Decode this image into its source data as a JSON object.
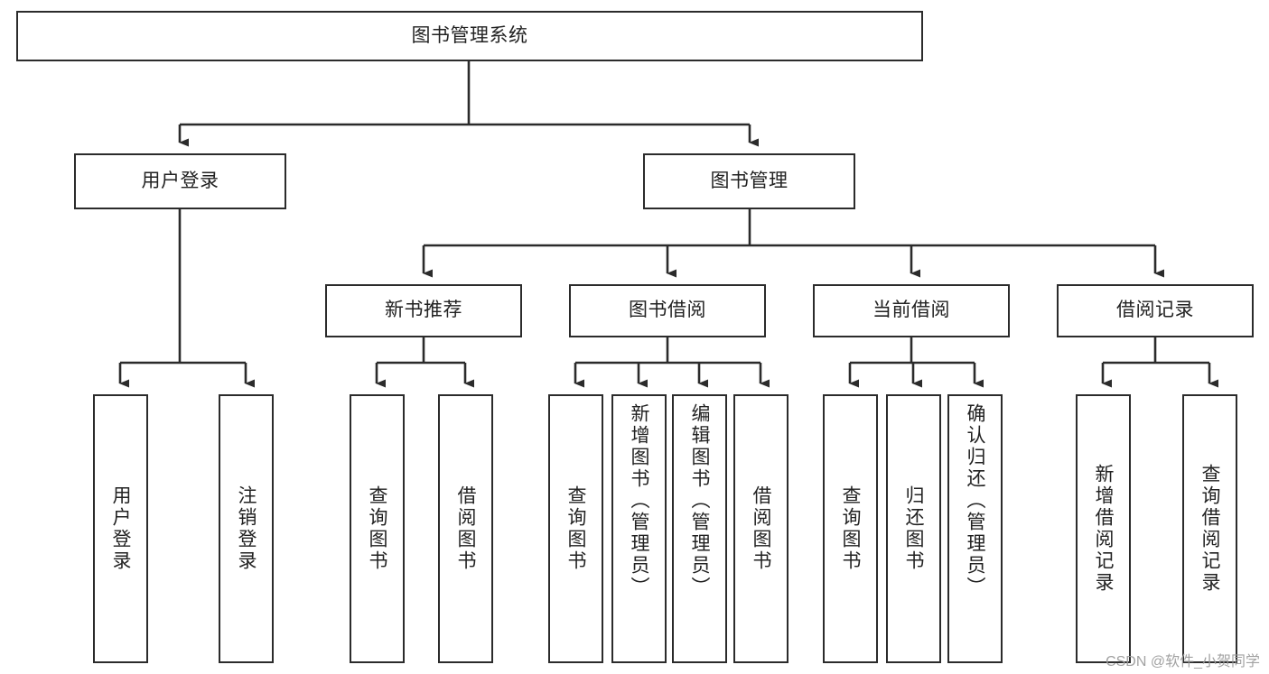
{
  "diagram": {
    "title": "图书管理系统",
    "type": "tree-hierarchy",
    "watermark": "CSDN @软件_小贺同学",
    "colors": {
      "box_border": "#2b2b2b",
      "box_fill": "#ffffff",
      "connector": "#2b2b2b",
      "text": "#222222",
      "watermark": "#9b9b9b"
    },
    "root": {
      "label": "图书管理系统"
    },
    "level1": [
      {
        "label": "用户登录"
      },
      {
        "label": "图书管理"
      }
    ],
    "level2": [
      {
        "label": "新书推荐"
      },
      {
        "label": "图书借阅"
      },
      {
        "label": "当前借阅"
      },
      {
        "label": "借阅记录"
      }
    ],
    "leaves": {
      "user_login": [
        {
          "label": "用户登录"
        },
        {
          "label": "注销登录"
        }
      ],
      "new_book_recommend": [
        {
          "label": "查询图书"
        },
        {
          "label": "借阅图书"
        }
      ],
      "book_borrow": [
        {
          "label": "查询图书"
        },
        {
          "label": "新增图书（管理员）"
        },
        {
          "label": "编辑图书（管理员）"
        },
        {
          "label": "借阅图书"
        }
      ],
      "current_borrow": [
        {
          "label": "查询图书"
        },
        {
          "label": "归还图书"
        },
        {
          "label": "确认归还（管理员）"
        }
      ],
      "borrow_record": [
        {
          "label": "新增借阅记录"
        },
        {
          "label": "查询借阅记录"
        }
      ]
    }
  }
}
